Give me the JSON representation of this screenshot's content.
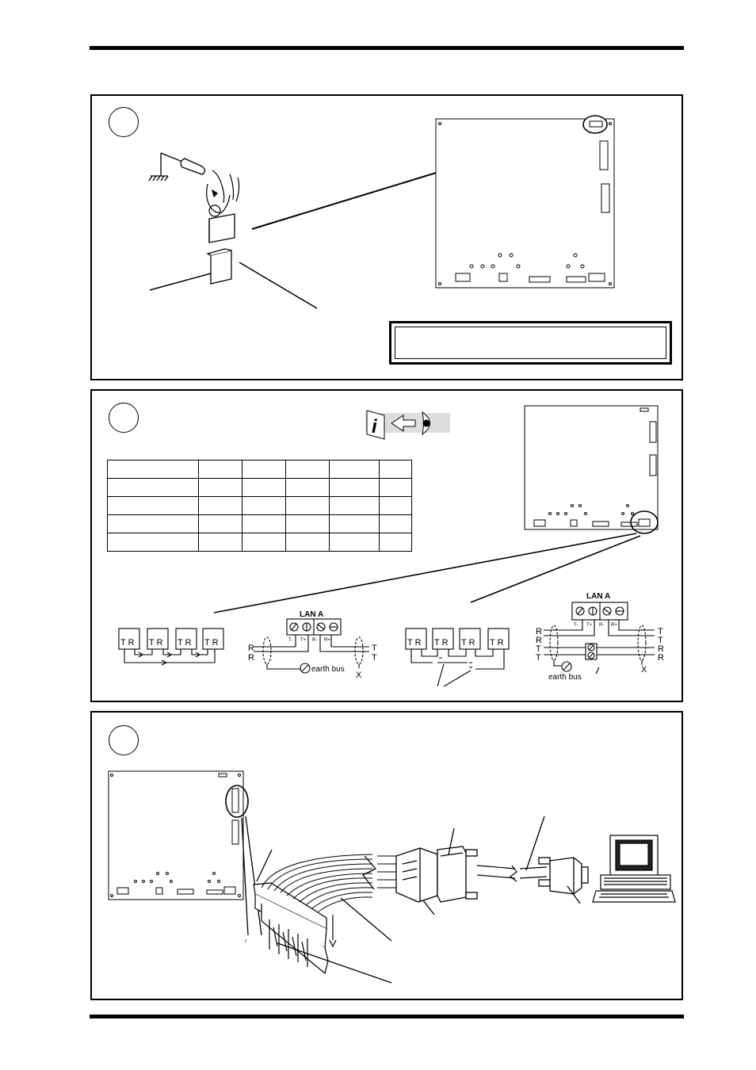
{
  "lan_wiring": {
    "left": {
      "title": "LAN A",
      "terminals": [
        "T-",
        "T+",
        "R-",
        "R+"
      ],
      "left_labels": [
        "R",
        "R"
      ],
      "right_labels": [
        "T",
        "T"
      ],
      "earth_label": "earth bus",
      "x_label": "X"
    },
    "right": {
      "title": "LAN A",
      "terminals": [
        "T-",
        "T+",
        "R-",
        "R+"
      ],
      "left_labels": [
        "R",
        "R",
        "T",
        "T"
      ],
      "right_labels": [
        "T",
        "T",
        "R",
        "R"
      ],
      "earth_label": "earth bus",
      "x_label": "X"
    }
  },
  "ring_diagram": {
    "tr_label": "T R"
  },
  "config_table": {
    "columns": 6,
    "rows": 5
  }
}
